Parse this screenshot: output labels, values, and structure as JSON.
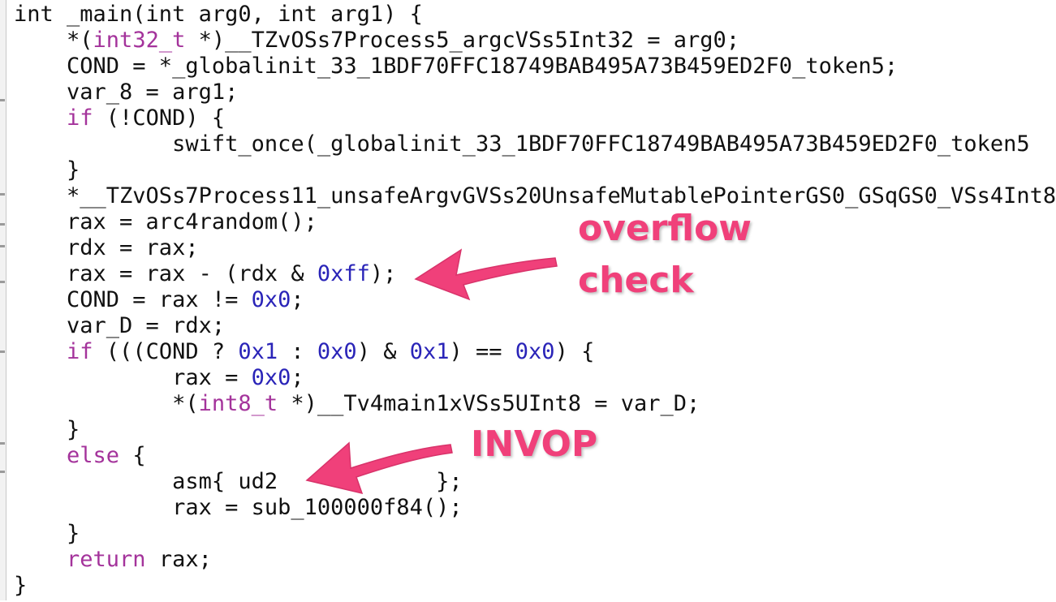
{
  "code_lines": [
    {
      "segments": [
        {
          "t": "int _main(int arg0, int arg1) {",
          "c": "plain"
        }
      ]
    },
    {
      "segments": [
        {
          "t": "    *(",
          "c": "plain"
        },
        {
          "t": "int32_t",
          "c": "kw"
        },
        {
          "t": " *)__TZvOSs7Process5_argcVSs5Int32 = arg0;",
          "c": "plain"
        }
      ]
    },
    {
      "segments": [
        {
          "t": "    COND = *_globalinit_33_1BDF70FFC18749BAB495A73B459ED2F0_token5;",
          "c": "plain"
        }
      ]
    },
    {
      "segments": [
        {
          "t": "    var_8 = arg1;",
          "c": "plain"
        }
      ]
    },
    {
      "segments": [
        {
          "t": "    ",
          "c": "plain"
        },
        {
          "t": "if",
          "c": "kw"
        },
        {
          "t": " (!COND) {",
          "c": "plain"
        }
      ]
    },
    {
      "segments": [
        {
          "t": "            swift_once(_globalinit_33_1BDF70FFC18749BAB495A73B459ED2F0_token5",
          "c": "plain"
        }
      ]
    },
    {
      "segments": [
        {
          "t": "    }",
          "c": "plain"
        }
      ]
    },
    {
      "segments": [
        {
          "t": "    *__TZvOSs7Process11_unsafeArgvGVSs20UnsafeMutablePointerGS0_GSqGS0_VSs4Int8",
          "c": "plain"
        }
      ]
    },
    {
      "segments": [
        {
          "t": "    rax = arc4random();",
          "c": "plain"
        }
      ]
    },
    {
      "segments": [
        {
          "t": "    rdx = rax;",
          "c": "plain"
        }
      ]
    },
    {
      "segments": [
        {
          "t": "    rax = rax - (rdx & ",
          "c": "plain"
        },
        {
          "t": "0xff",
          "c": "num"
        },
        {
          "t": ");",
          "c": "plain"
        }
      ]
    },
    {
      "segments": [
        {
          "t": "    COND = rax != ",
          "c": "plain"
        },
        {
          "t": "0x0",
          "c": "num"
        },
        {
          "t": ";",
          "c": "plain"
        }
      ]
    },
    {
      "segments": [
        {
          "t": "    var_D = rdx;",
          "c": "plain"
        }
      ]
    },
    {
      "segments": [
        {
          "t": "    ",
          "c": "plain"
        },
        {
          "t": "if",
          "c": "kw"
        },
        {
          "t": " (((COND ? ",
          "c": "plain"
        },
        {
          "t": "0x1",
          "c": "num"
        },
        {
          "t": " : ",
          "c": "plain"
        },
        {
          "t": "0x0",
          "c": "num"
        },
        {
          "t": ") & ",
          "c": "plain"
        },
        {
          "t": "0x1",
          "c": "num"
        },
        {
          "t": ") == ",
          "c": "plain"
        },
        {
          "t": "0x0",
          "c": "num"
        },
        {
          "t": ") {",
          "c": "plain"
        }
      ]
    },
    {
      "segments": [
        {
          "t": "            rax = ",
          "c": "plain"
        },
        {
          "t": "0x0",
          "c": "num"
        },
        {
          "t": ";",
          "c": "plain"
        }
      ]
    },
    {
      "segments": [
        {
          "t": "            *(",
          "c": "plain"
        },
        {
          "t": "int8_t",
          "c": "kw"
        },
        {
          "t": " *)__Tv4main1xVSs5UInt8 = var_D;",
          "c": "plain"
        }
      ]
    },
    {
      "segments": [
        {
          "t": "    }",
          "c": "plain"
        }
      ]
    },
    {
      "segments": [
        {
          "t": "    ",
          "c": "plain"
        },
        {
          "t": "else",
          "c": "kw"
        },
        {
          "t": " {",
          "c": "plain"
        }
      ]
    },
    {
      "segments": [
        {
          "t": "            asm{ ud2            };",
          "c": "plain"
        }
      ]
    },
    {
      "segments": [
        {
          "t": "            rax = sub_100000f84();",
          "c": "plain"
        }
      ]
    },
    {
      "segments": [
        {
          "t": "    }",
          "c": "plain"
        }
      ]
    },
    {
      "segments": [
        {
          "t": "    ",
          "c": "plain"
        },
        {
          "t": "return",
          "c": "kw"
        },
        {
          "t": " rax;",
          "c": "plain"
        }
      ]
    },
    {
      "segments": [
        {
          "t": "}",
          "c": "plain"
        }
      ]
    }
  ],
  "annotations": {
    "overflow_line1": "overflow",
    "overflow_line2": "check",
    "invop": "INVOP"
  },
  "colors": {
    "keyword": "#a4339b",
    "number": "#2a24b8",
    "text": "#111111",
    "annotation": "#f0407a"
  }
}
